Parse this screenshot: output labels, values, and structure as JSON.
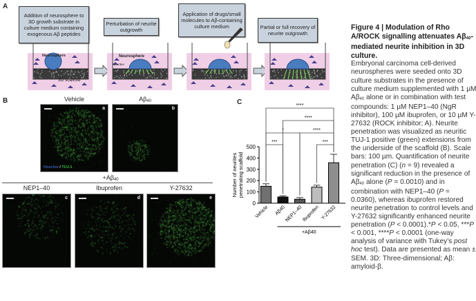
{
  "panel_labels": {
    "a": "A",
    "b": "B",
    "c": "C"
  },
  "panel_a": {
    "steps": [
      "Addition of neurosphere to 3D growth substrate in culture medium containing exogenous Aβ peptides",
      "Perturbation of neurite outgrowth",
      "Application of drugs/small molecules to Aβ-containing culture medium",
      "Partial or full recovery of neurite outgrowth"
    ],
    "labels": {
      "neurosphere1": "Neurosphere",
      "scaffold": "3D scaffold",
      "neurosphere2": "Neurosphere",
      "neurites": "Neurites"
    },
    "colors": {
      "medium": "#f0cfe6",
      "sphere": "#4a7cc0",
      "triangle": "#4b3f8c",
      "neurite": "#7ccf5e",
      "box": "#c9d3de"
    }
  },
  "panel_b": {
    "top": [
      {
        "title": "Vehicle",
        "letter": "a"
      },
      {
        "title": "Aβ",
        "sub": "40",
        "letter": "b"
      }
    ],
    "group_label": "+Aβ",
    "group_sub": "40",
    "bottom": [
      {
        "title": "NEP1–40",
        "letter": "c"
      },
      {
        "title": "Ibuprofen",
        "letter": "d"
      },
      {
        "title": "Y-27632",
        "letter": "e"
      }
    ],
    "stain_hoechst": "Hoechst",
    "stain_sep": " / ",
    "stain_tuj": "TUJ-1",
    "colors": {
      "hoechst": "#3a5fb0",
      "tuj": "#3fbf3f"
    }
  },
  "chart_data": {
    "type": "bar",
    "categories": [
      "Vehicle",
      "Aβ40",
      "NEP1–40",
      "Ibuprofen",
      "Y-27632"
    ],
    "values": [
      150,
      55,
      35,
      142,
      358
    ],
    "errors": [
      22,
      10,
      15,
      17,
      75
    ],
    "bar_colors": [
      "#707070",
      "#111111",
      "#555555",
      "#bdbdbd",
      "#8e8e8e"
    ],
    "ylabel": "Number of neurites penetrating scaffold",
    "ylim": [
      0,
      500
    ],
    "yticks": [
      0,
      100,
      200,
      300,
      400,
      500
    ],
    "group_label": "+Aβ40",
    "group_categories": [
      1,
      2,
      3,
      4
    ],
    "comparisons": [
      {
        "from": 0,
        "to": 1,
        "label": "***",
        "level": 1
      },
      {
        "from": 3,
        "to": 4,
        "label": "***",
        "level": 1
      },
      {
        "from": 0,
        "to": 2,
        "label": "*",
        "level": 2
      },
      {
        "from": 2,
        "to": 4,
        "label": "****",
        "level": 2
      },
      {
        "from": 1,
        "to": 4,
        "label": "****",
        "level": 3
      },
      {
        "from": 0,
        "to": 4,
        "label": "****",
        "level": 4
      }
    ]
  },
  "caption": {
    "title": [
      {
        "t": "Figure 4  |  Modulation of Rho A/ROCK signalling attenuates Aβ"
      },
      {
        "t": "40",
        "s": "sub"
      },
      {
        "t": "-mediated neurite inhibition in 3D culture."
      }
    ],
    "body": [
      {
        "t": "Embryonal carcinoma cell-derived neurospheres were seeded onto 3D culture substrates in the presence of culture medium supplemented with 1 µM Aβ"
      },
      {
        "t": "40",
        "s": "sub"
      },
      {
        "t": " alone or in combination with test compounds: 1 µM NEP1–40 (NgR inhibitor), 100 µM ibuprofen, or 10 µM Y-27632 (ROCK inhibitor; A). Neurite penetration was visualized as neuritic TUJ-1 positive (green) extensions from the underside of the scaffold (B). Scale bars: 100 µm. Quantification of neurite penetration (C) ("
      },
      {
        "t": "n",
        "s": "i"
      },
      {
        "t": " = 9) revealed a significant reduction in the presence of Aβ"
      },
      {
        "t": "40",
        "s": "sub"
      },
      {
        "t": " alone ("
      },
      {
        "t": "P",
        "s": "i"
      },
      {
        "t": " = 0.0010) and in combination with NEP1–40 ("
      },
      {
        "t": "P",
        "s": "i"
      },
      {
        "t": " = 0.0360), whereas ibuprofen restored neurite penetration to control levels and Y-27632 significantly enhanced neurite penetration ("
      },
      {
        "t": "P",
        "s": "i"
      },
      {
        "t": " < 0.0001).*"
      },
      {
        "t": "P",
        "s": "i"
      },
      {
        "t": " < 0.05, ***"
      },
      {
        "t": "P",
        "s": "i"
      },
      {
        "t": " < 0.001, ****"
      },
      {
        "t": "P",
        "s": "i"
      },
      {
        "t": " < 0.0001 (one-way analysis of variance with Tukey’s "
      },
      {
        "t": "post hoc",
        "s": "i"
      },
      {
        "t": " test). Data are presented as mean ± SEM. 3D: Three-dimensional; Aβ: amyloid-β."
      }
    ]
  }
}
